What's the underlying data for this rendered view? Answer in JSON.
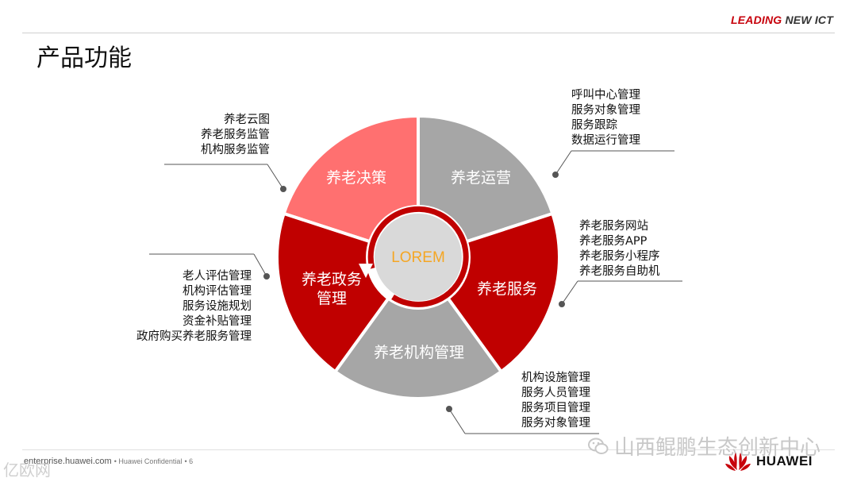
{
  "header": {
    "brand_part1": "LEADING",
    "brand_part2": "NEW ICT"
  },
  "page_title": "产品功能",
  "center_label": "LOREM",
  "segments": {
    "decision": "养老决策",
    "operation": "养老运营",
    "service": "养老服务",
    "institution": "养老机构管理",
    "gov_line1": "养老政务",
    "gov_line2": "管理"
  },
  "label_groups": {
    "decision": [
      "养老云图",
      "养老服务监管",
      "机构服务监管"
    ],
    "operation": [
      "呼叫中心管理",
      "服务对象管理",
      "服务跟踪",
      "数据运行管理"
    ],
    "service": [
      "养老服务网站",
      "养老服务APP",
      "养老服务小程序",
      "养老服务自助机"
    ],
    "gov": [
      "老人评估管理",
      "机构评估管理",
      "服务设施规划",
      "资金补贴管理",
      "政府购买养老服务管理"
    ],
    "institution": [
      "机构设施管理",
      "服务人员管理",
      "服务项目管理",
      "服务对象管理"
    ]
  },
  "colors": {
    "pink": "#ff7070",
    "gray": "#a6a6a6",
    "red": "#c00000",
    "center": "#d9d9d9",
    "center_text": "#f5a623"
  },
  "footer": {
    "site": "enterprise.huawei.com",
    "confidential": "Huawei Confidential",
    "page": "6"
  },
  "watermark": "山西鲲鹏生态创新中心",
  "corner_mark": "亿欧网",
  "logo_text": "HUAWEI",
  "logo_icon": "huawei-petal-icon"
}
